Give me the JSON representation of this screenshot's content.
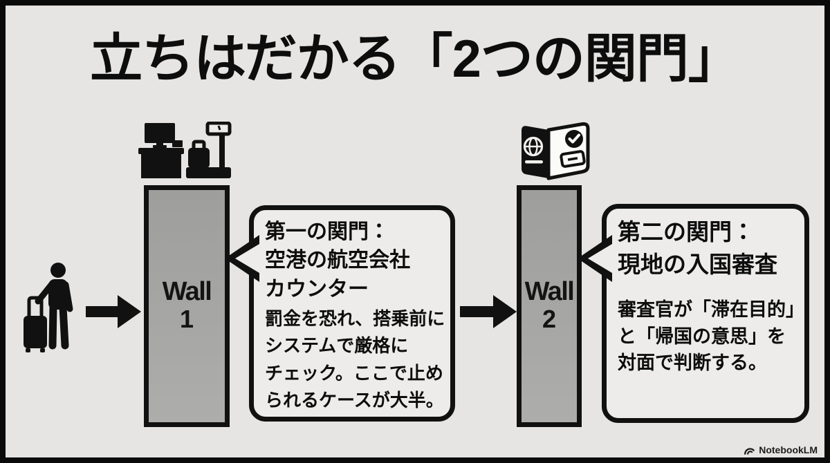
{
  "title": "立ちはだかる「2つの関門」",
  "traveler_icon": "traveler-with-suitcase-icon",
  "arrows": [
    "right-arrow-icon",
    "right-arrow-icon"
  ],
  "walls": [
    {
      "word": "Wall",
      "number": "1",
      "icon_above": "airline-checkin-counter-icon"
    },
    {
      "word": "Wall",
      "number": "2",
      "icon_above": "passport-icon"
    }
  ],
  "bubbles": [
    {
      "heading_lines": [
        "第一の関門：",
        "空港の航空会社",
        "カウンター"
      ],
      "body_lines": [
        "罰金を恐れ、搭乗前に",
        "システムで厳格に",
        "チェック。ここで止め",
        "られるケースが大半。"
      ]
    },
    {
      "heading_lines": [
        "第二の関門：",
        "現地の入国審査"
      ],
      "body_lines": [
        "審査官が「滞在目的」",
        "と「帰国の意思」を",
        "対面で判断する。"
      ]
    }
  ],
  "watermark": {
    "brand": "NotebookLM",
    "icon": "notebooklm-logo-icon"
  },
  "colors": {
    "background": "#e6e5e3",
    "ink": "#0d0d0d",
    "wall_fill": "#a8a8a6",
    "bubble_fill": "#edecea"
  }
}
